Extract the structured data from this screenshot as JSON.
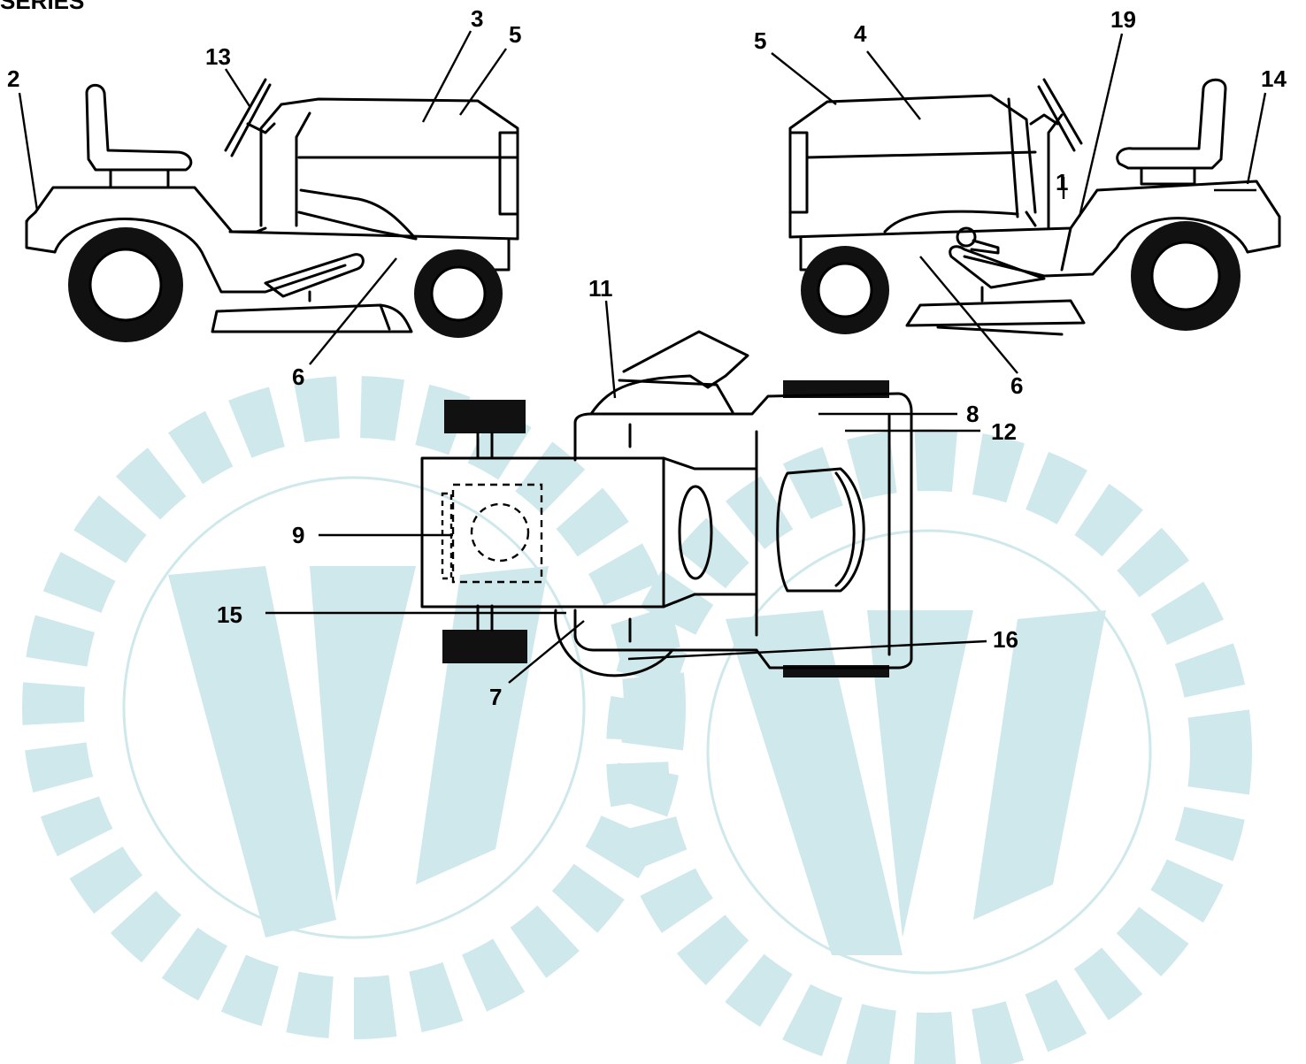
{
  "header": {
    "partial_title": "SERIES"
  },
  "callouts": {
    "c2": "2",
    "c13": "13",
    "c3": "3",
    "c5_left": "5",
    "c6_left": "6",
    "c5_right": "5",
    "c4": "4",
    "c19": "19",
    "c1": "1",
    "c14": "14",
    "c6_right": "6",
    "c11": "11",
    "c8": "8",
    "c12": "12",
    "c9": "9",
    "c15": "15",
    "c7": "7",
    "c16": "16"
  },
  "colors": {
    "line": "#000000",
    "watermark": "#cfe8ec",
    "background": "#ffffff"
  }
}
